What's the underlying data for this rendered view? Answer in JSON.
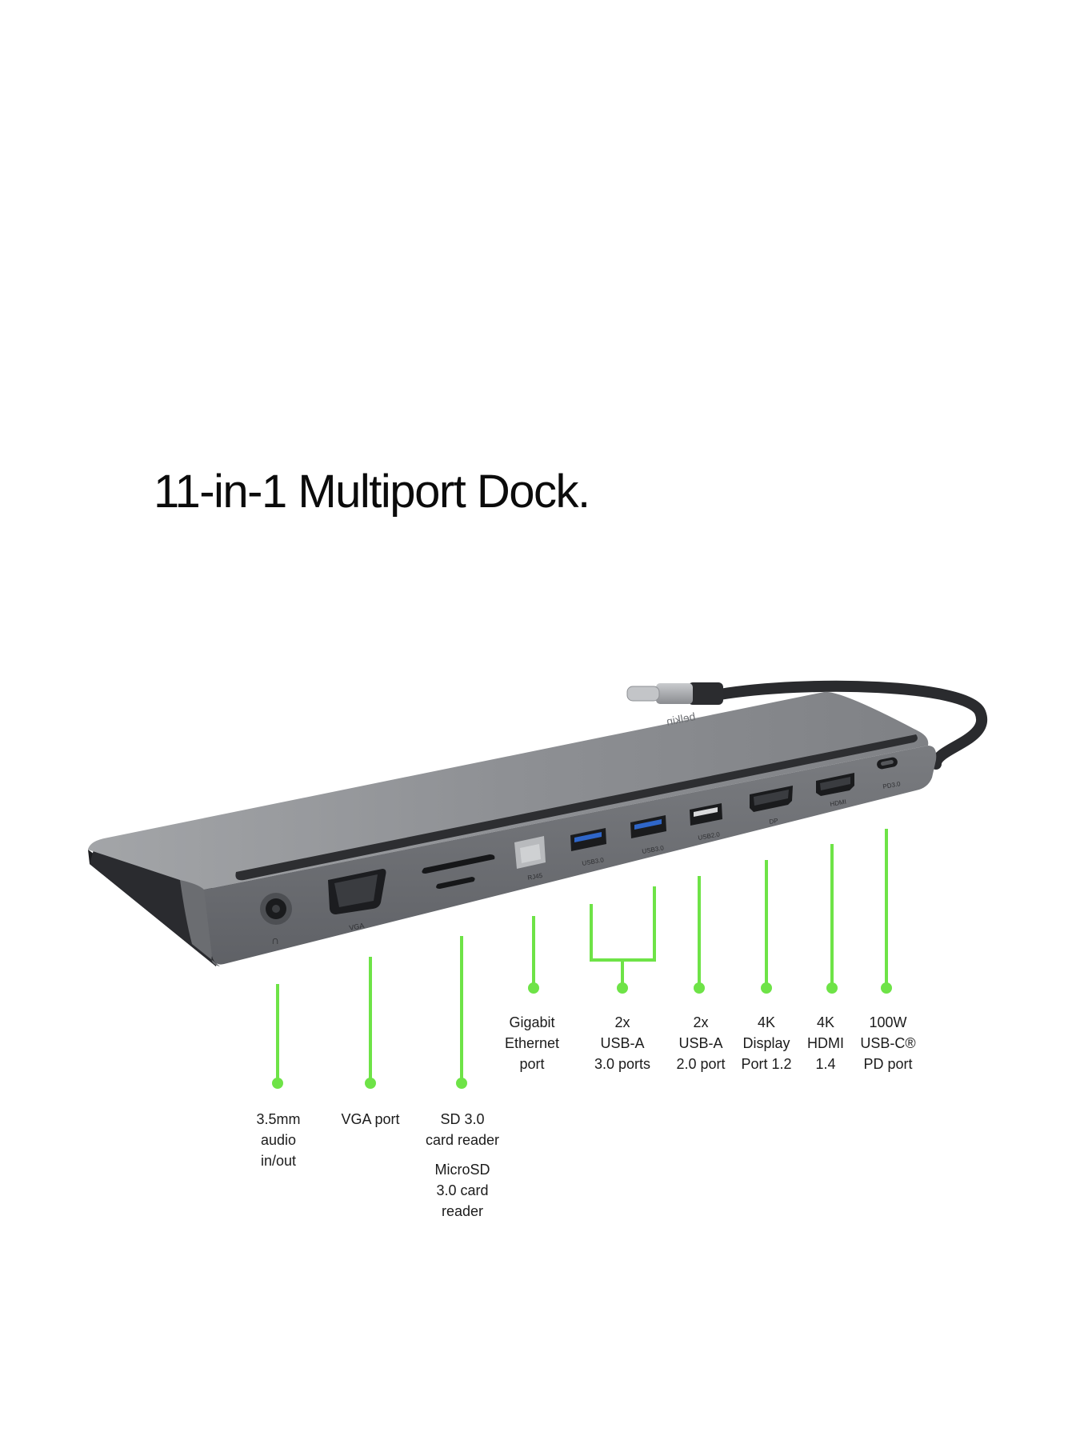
{
  "title": "11-in-1 Multiport Dock.",
  "accent_color": "#6ee347",
  "dock": {
    "logo_text": "belkin",
    "port_labels": {
      "vga": "VGA",
      "rj45": "RJ45",
      "usb3_a": "USB3.0",
      "usb3_b": "USB3.0",
      "usb2": "USB2.0",
      "dp": "DP",
      "hdmi": "HDMI",
      "pd": "PD3.0"
    },
    "headphone_icon": "headphone-icon"
  },
  "callouts": {
    "ethernet": [
      "Gigabit",
      "Ethernet",
      "port"
    ],
    "usb3": [
      "2x",
      "USB-A",
      "3.0 ports"
    ],
    "usb2": [
      "2x",
      "USB-A",
      "2.0 port"
    ],
    "displayport": [
      "4K",
      "Display",
      "Port 1.2"
    ],
    "hdmi": [
      "4K",
      "HDMI",
      "1.4"
    ],
    "usbc": [
      "100W",
      "USB-C®",
      "PD port"
    ],
    "audio": [
      "3.5mm",
      "audio",
      "in/out"
    ],
    "vga": [
      "VGA port"
    ],
    "sd": [
      "SD 3.0",
      "card reader"
    ],
    "microsd": [
      "MicroSD",
      "3.0 card",
      "reader"
    ]
  }
}
